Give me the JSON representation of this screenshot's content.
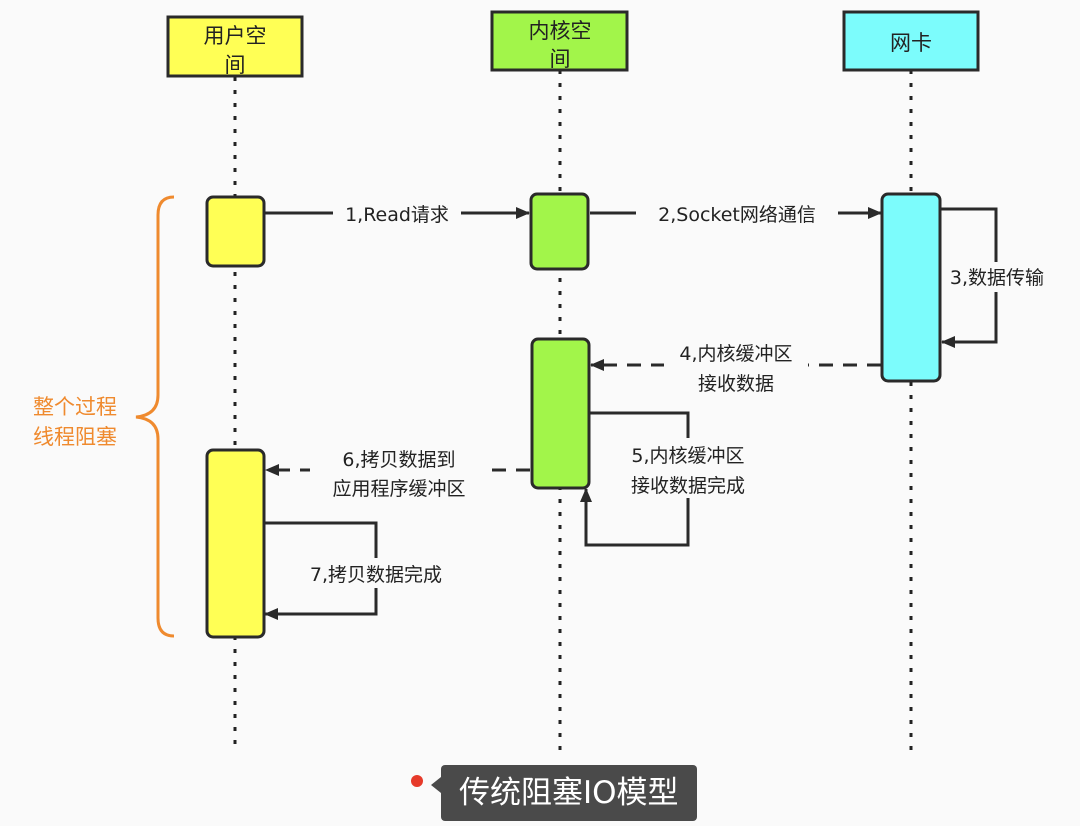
{
  "colors": {
    "user_space": "#ffff55",
    "kernel_space": "#a2f54a",
    "nic": "#7cfcfc",
    "bracket": "#ef8a2e",
    "caption_bg": "#4a4a4a",
    "caption_dot": "#e63a2a"
  },
  "participants": [
    {
      "id": "user",
      "label_line1": "用户空",
      "label_line2": "间"
    },
    {
      "id": "kernel",
      "label_line1": "内核空",
      "label_line2": "间"
    },
    {
      "id": "nic",
      "label_line1": "网卡",
      "label_line2": ""
    }
  ],
  "messages": [
    {
      "step": 1,
      "line1": "1,Read请求",
      "line2": "",
      "style": "solid",
      "from": "user",
      "to": "kernel"
    },
    {
      "step": 2,
      "line1": "2,Socket网络通信",
      "line2": "",
      "style": "solid",
      "from": "kernel",
      "to": "nic"
    },
    {
      "step": 3,
      "line1": "3,数据传输",
      "line2": "",
      "style": "self",
      "from": "nic",
      "to": "nic"
    },
    {
      "step": 4,
      "line1": "4,内核缓冲区",
      "line2": "接收数据",
      "style": "dashed",
      "from": "nic",
      "to": "kernel"
    },
    {
      "step": 5,
      "line1": "5,内核缓冲区",
      "line2": "接收数据完成",
      "style": "self",
      "from": "kernel",
      "to": "kernel"
    },
    {
      "step": 6,
      "line1": "6,拷贝数据到",
      "line2": "应用程序缓冲区",
      "style": "dashed",
      "from": "kernel",
      "to": "user"
    },
    {
      "step": 7,
      "line1": "7,拷贝数据完成",
      "line2": "",
      "style": "self",
      "from": "user",
      "to": "user"
    }
  ],
  "annotation": {
    "line1": "整个过程",
    "line2": "线程阻塞"
  },
  "caption": "传统阻塞IO模型"
}
